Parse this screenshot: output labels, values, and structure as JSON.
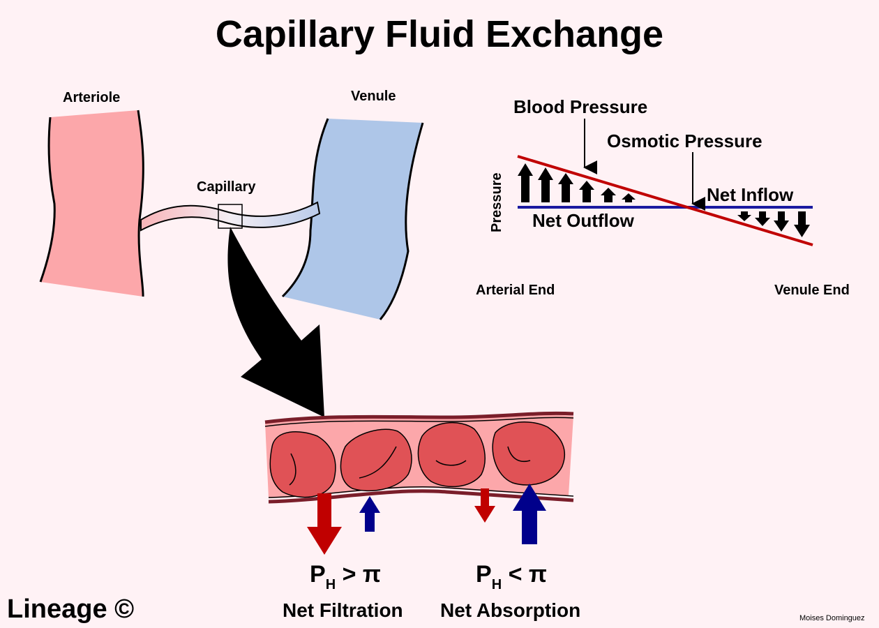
{
  "title": "Capillary Fluid Exchange",
  "vessels": {
    "arteriole_label": "Arteriole",
    "venule_label": "Venule",
    "capillary_label": "Capillary"
  },
  "pressure_graph": {
    "blood_pressure_label": "Blood Pressure",
    "osmotic_pressure_label": "Osmotic Pressure",
    "y_axis_label": "Pressure",
    "net_outflow_label": "Net Outflow",
    "net_inflow_label": "Net Inflow",
    "arterial_end_label": "Arterial End",
    "venule_end_label": "Venule End"
  },
  "capillary_detail": {
    "left_relation": {
      "symbol": "P",
      "subscript": "H",
      "operator": "> π"
    },
    "right_relation": {
      "symbol": "P",
      "subscript": "H",
      "operator": "< π"
    },
    "net_filtration_label": "Net Filtration",
    "net_absorption_label": "Net Absorption"
  },
  "colors": {
    "background": "#fff2f5",
    "arteriole": "#fca7aa",
    "venule": "#aec6e8",
    "blood_cell": "#e05256",
    "outflow_arrow": "#c00000",
    "inflow_arrow": "#00008b",
    "osmotic_line": "#1a1aa0",
    "blood_pressure_line": "#c00000"
  },
  "footer": {
    "brand": "Lineage ©",
    "author": "Moises Dominguez"
  }
}
